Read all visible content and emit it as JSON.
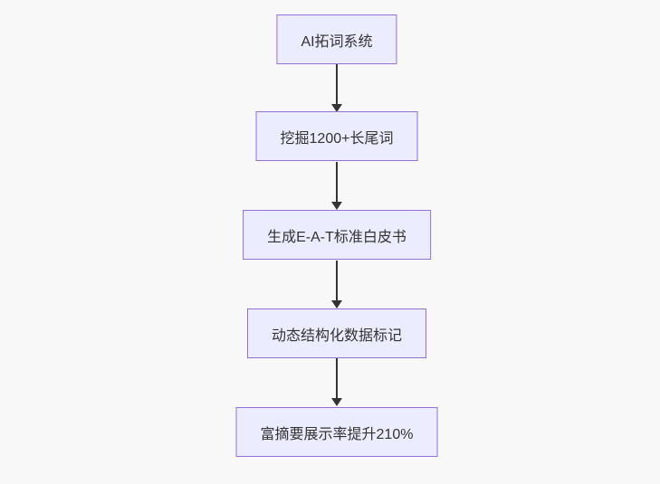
{
  "diagram": {
    "type": "flowchart",
    "direction": "top-down",
    "nodes": [
      {
        "id": "A",
        "label": "AI拓词系统"
      },
      {
        "id": "B",
        "label": "挖掘1200+长尾词"
      },
      {
        "id": "C",
        "label": "生成E-A-T标准白皮书"
      },
      {
        "id": "D",
        "label": "动态结构化数据标记"
      },
      {
        "id": "E",
        "label": "富摘要展示率提升210%"
      }
    ],
    "edges": [
      {
        "from": "A",
        "to": "B",
        "arrow": "down"
      },
      {
        "from": "B",
        "to": "C",
        "arrow": "down"
      },
      {
        "from": "C",
        "to": "D",
        "arrow": "down"
      },
      {
        "from": "D",
        "to": "E",
        "arrow": "down"
      }
    ],
    "colors": {
      "node_fill": "#ECECFF",
      "node_border": "#9370DB",
      "edge": "#333333",
      "text": "#333333",
      "background": "#f8f8f8"
    }
  }
}
